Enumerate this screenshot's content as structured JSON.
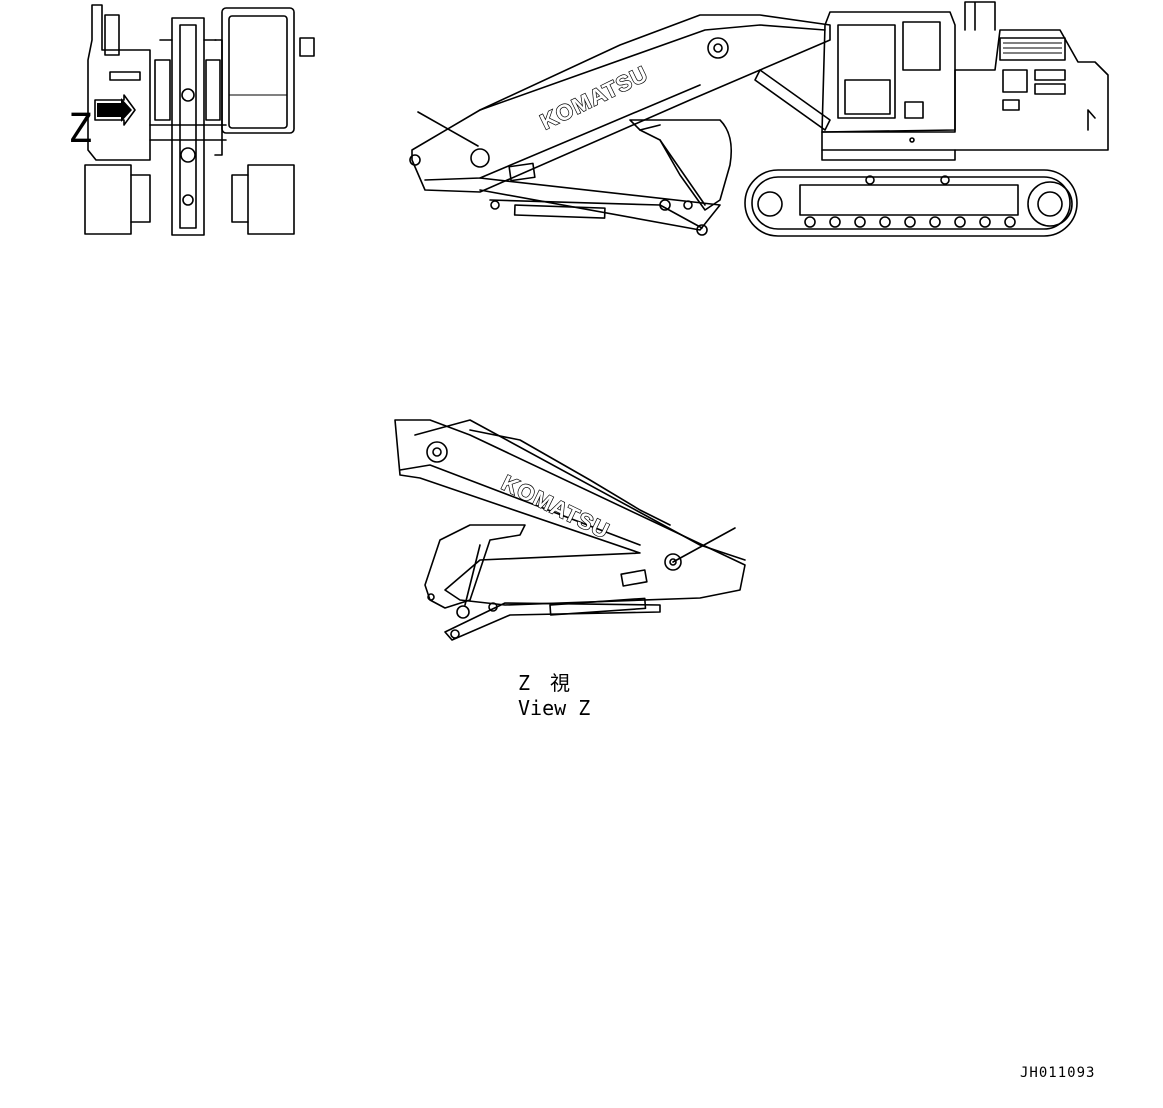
{
  "front_view": {
    "view_marker": "Z"
  },
  "side_view": {
    "boom_brand": "KOMATSU"
  },
  "detail_view": {
    "boom_brand": "KOMATSU",
    "caption_jp": "Z　視",
    "caption_en": "View Z"
  },
  "drawing_number": "JH011093"
}
